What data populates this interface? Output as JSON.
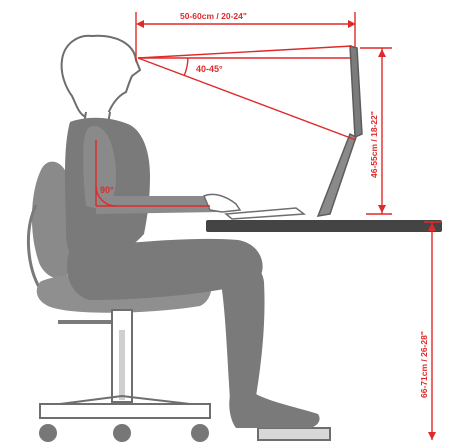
{
  "colors": {
    "accent": "#e02a2a",
    "figure": "#7a7a7a",
    "outline": "#6e6e6e",
    "background": "#ffffff"
  },
  "labels": {
    "eye_distance": "50-60cm / 20-24\"",
    "view_angle": "40-45°",
    "elbow_angle": "90°",
    "monitor_height": "46-55cm / 18-22\"",
    "desk_height": "66-71cm / 26-28\""
  }
}
